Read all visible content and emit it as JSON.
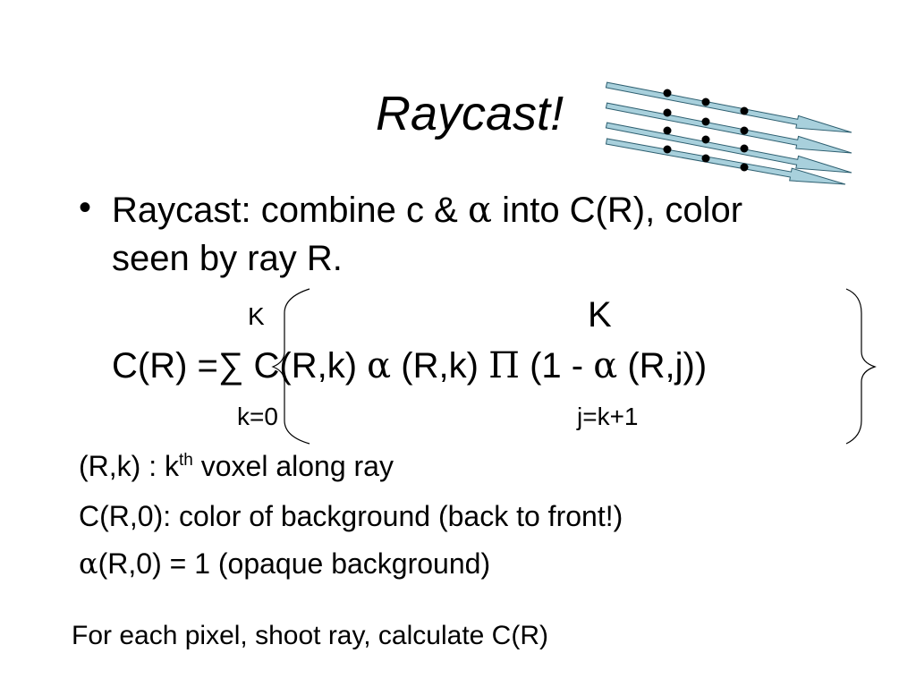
{
  "slide": {
    "title": "Raycast!",
    "bullet": {
      "marker": "•",
      "line1_before": "Raycast: combine c & ",
      "line1_alpha": "α",
      "line1_after": " into C(R), color",
      "line2": "seen by ray R."
    },
    "formula": {
      "sum_upper": "K",
      "prod_upper": "K",
      "lhs": "C(R) =",
      "sum_symbol": "∑",
      "term1": " C(R,k) ",
      "alpha1": "α",
      "term2": " (R,k)  ",
      "pi": "Π",
      "term3": " (1 - ",
      "alpha2": "α",
      "term4": " (R,j))",
      "sum_lower": "k=0",
      "prod_lower": "j=k+1"
    },
    "notes": {
      "rk_before": "(R,k) : k",
      "rk_sup": "th",
      "rk_after": " voxel along ray",
      "background": "C(R,0): color of background (back to front!)",
      "alpha_symbol": "α",
      "alpha_after": "(R,0) = 1 (opaque background)",
      "footer": "For each pixel, shoot ray, calculate C(R)"
    }
  },
  "illustration": {
    "ray_color": "#a8d0dc",
    "ray_outline": "#2e5f70",
    "voxel_color": "#000000"
  }
}
